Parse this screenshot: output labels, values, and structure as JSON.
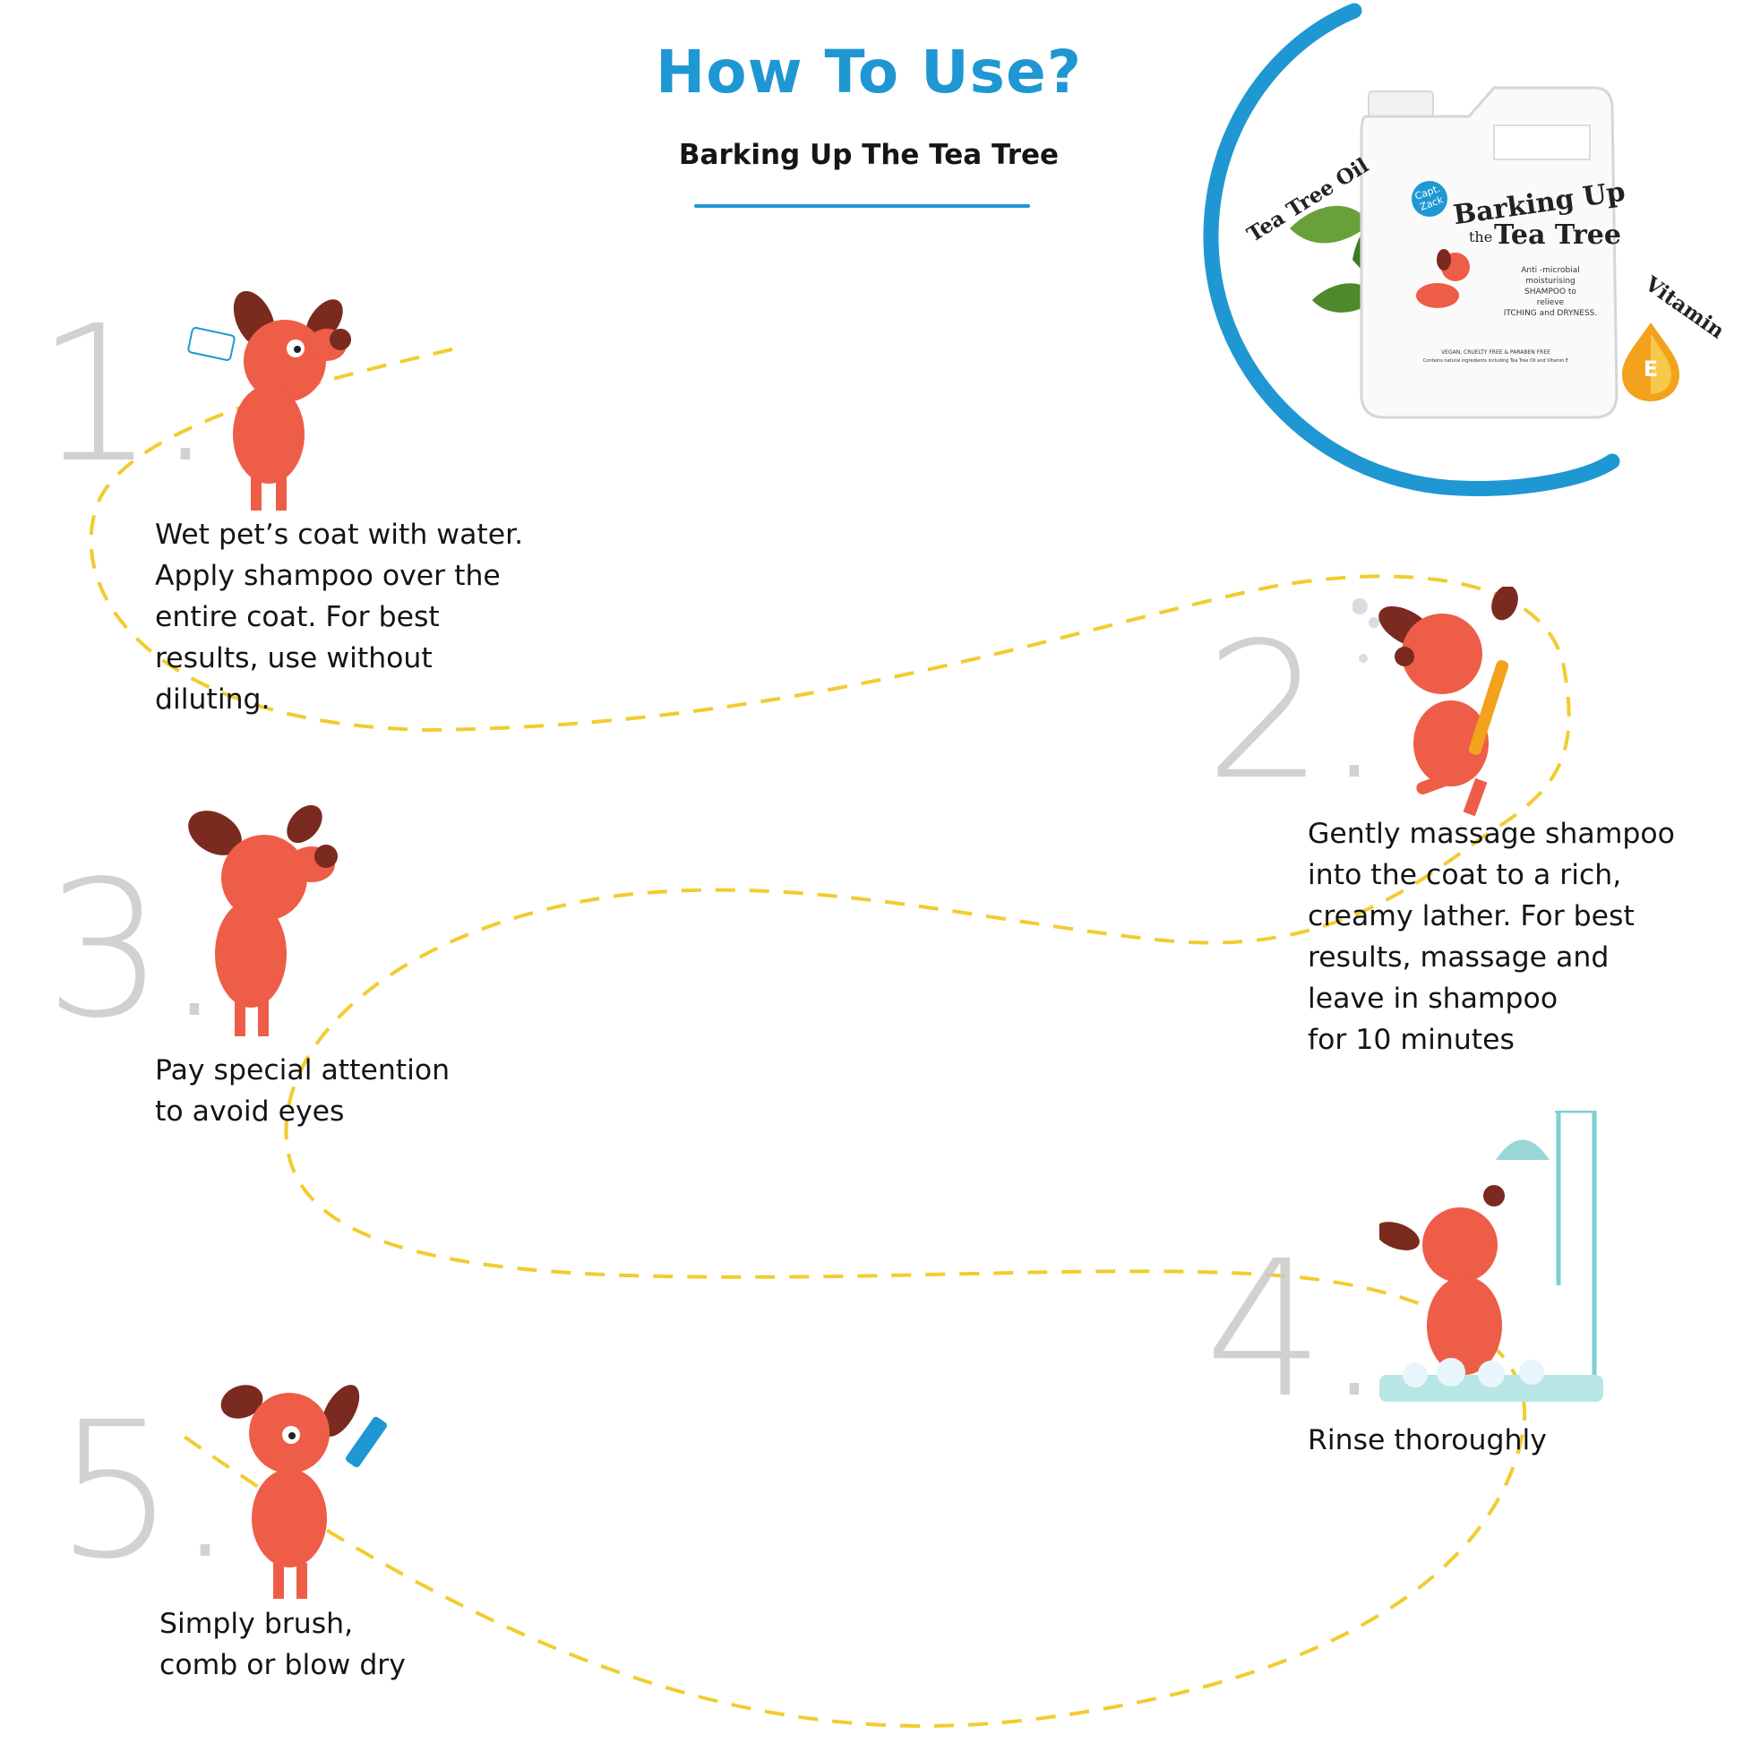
{
  "header": {
    "title": "How To Use?",
    "subtitle": "Barking Up The Tea Tree"
  },
  "steps": [
    {
      "number": "1.",
      "text": "Wet pet’s coat with water.\nApply shampoo over the\nentire coat. For best\nresults, use without\ndiluting."
    },
    {
      "number": "2.",
      "text": "Gently massage shampoo\ninto the coat to a rich,\ncreamy lather. For best\nresults, massage and\nleave in shampoo\nfor 10 minutes"
    },
    {
      "number": "3.",
      "text": "Pay special attention\nto avoid eyes"
    },
    {
      "number": "4.",
      "text": "Rinse thoroughly"
    },
    {
      "number": "5.",
      "text": "Simply brush,\ncomb or blow dry"
    }
  ],
  "product": {
    "brand": "Capt. Zack",
    "name_line1": "Barking Up",
    "name_line2_small": "the",
    "name_line2": "Tea Tree",
    "description": [
      "Anti -microbial",
      "moisturising",
      "SHAMPOO to",
      "relieve",
      "ITCHING and DRYNESS."
    ],
    "badges": "VEGAN, CRUELTY FREE & PARABEN FREE",
    "ingredients_note": "Contains natural ingredients including Tea Tree Oil and Vitamin E",
    "ingredient_1": "Tea Tree Oil",
    "ingredient_2": "Vitamin",
    "vitamin_letter": "E"
  },
  "colors": {
    "accent_blue": "#1f97d3",
    "dog_orange": "#ee5d47",
    "ear_brown": "#7a2a1f",
    "path_yellow": "#f2cc2f",
    "number_gray": "#c9c9c9"
  }
}
